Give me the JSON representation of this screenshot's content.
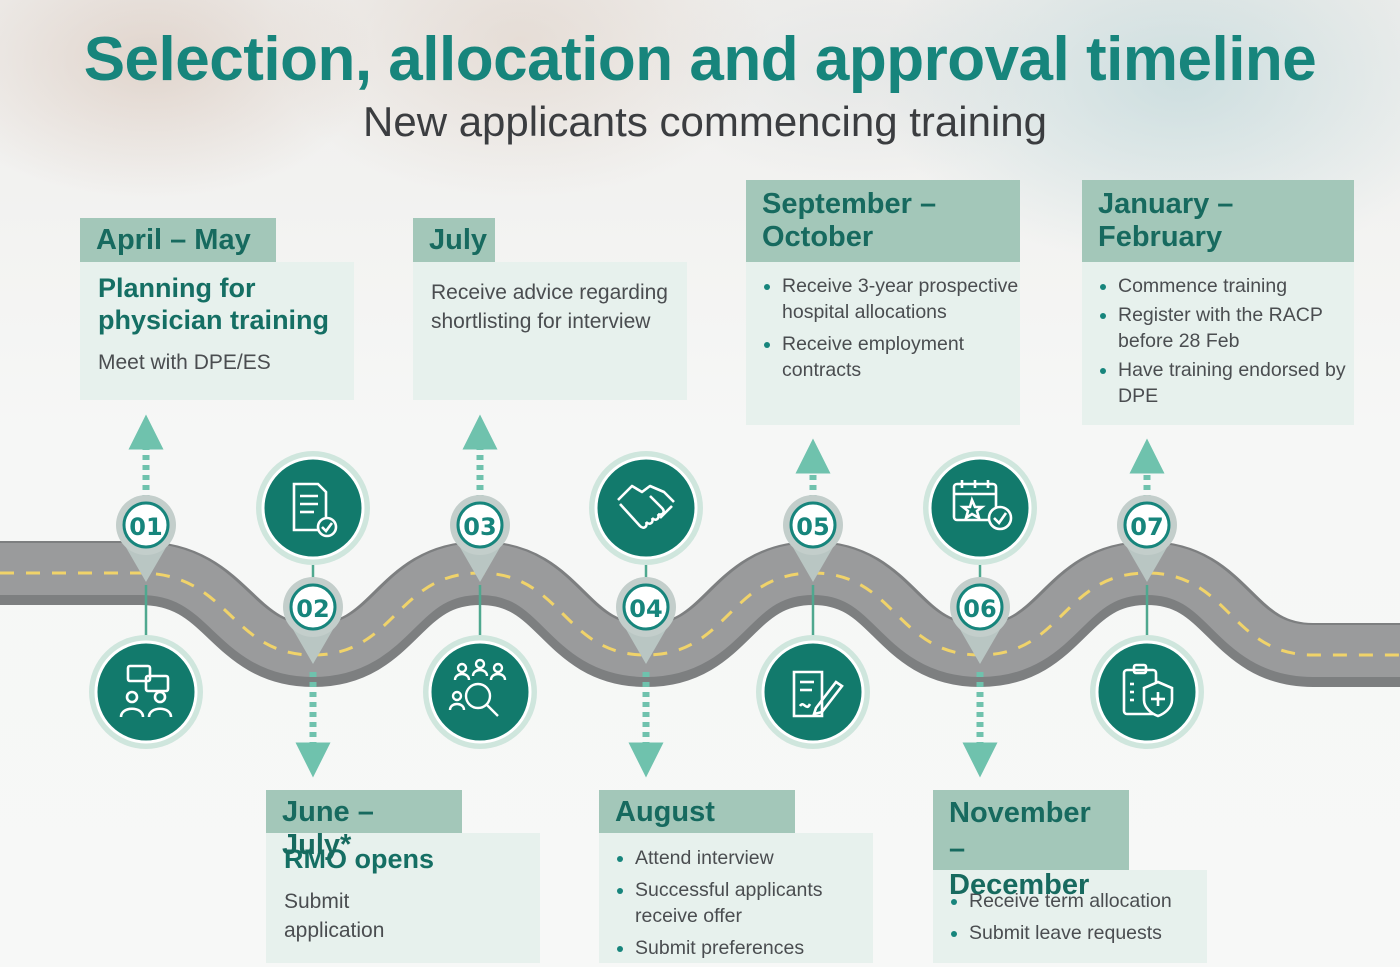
{
  "title": "Selection, allocation and approval timeline",
  "subtitle": "New applicants commencing training",
  "colors": {
    "teal": "#17857c",
    "dark_teal": "#127a6c",
    "tab_fill": "#a3c7b9",
    "box_fill": "#e7f1ed",
    "road": "#8c8c8c",
    "road_dash": "#f0d36a"
  },
  "steps": [
    {
      "num": "01",
      "period": "April – May",
      "heading": "Planning for physician training",
      "text": "Meet with DPE/ES",
      "icon": "meeting-people-icon"
    },
    {
      "num": "02",
      "period": "June – July*",
      "heading": "RMO opens",
      "text": "Submit application",
      "icon": "document-check-icon"
    },
    {
      "num": "03",
      "period": "July",
      "text": "Receive advice regarding shortlisting for interview",
      "icon": "candidate-search-icon"
    },
    {
      "num": "04",
      "period": "August",
      "bullets": [
        "Attend interview",
        "Successful applicants receive offer",
        "Submit preferences"
      ],
      "icon": "handshake-icon"
    },
    {
      "num": "05",
      "period": "September – October",
      "bullets": [
        "Receive 3-year prospective hospital allocations",
        "Receive employment contracts"
      ],
      "icon": "contract-signing-icon"
    },
    {
      "num": "06",
      "period": "November – December",
      "bullets": [
        "Receive term allocation",
        "Submit leave requests"
      ],
      "icon": "calendar-check-icon"
    },
    {
      "num": "07",
      "period": "January – February",
      "bullets": [
        "Commence training",
        "Register with the RACP before 28 Feb",
        "Have training endorsed by DPE"
      ],
      "icon": "medical-clipboard-shield-icon"
    }
  ]
}
